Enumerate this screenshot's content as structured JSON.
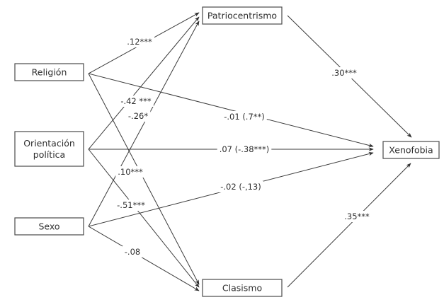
{
  "diagram": {
    "type": "path-diagram",
    "nodes": [
      {
        "id": "religion",
        "label_lines": [
          "Religión"
        ]
      },
      {
        "id": "orientacion",
        "label_lines": [
          "Orientación",
          "política"
        ]
      },
      {
        "id": "sexo",
        "label_lines": [
          "Sexo"
        ]
      },
      {
        "id": "patriocentrismo",
        "label_lines": [
          "Patriocentrismo"
        ]
      },
      {
        "id": "clasismo",
        "label_lines": [
          "Clasismo"
        ]
      },
      {
        "id": "xenofobia",
        "label_lines": [
          "Xenofobia"
        ]
      }
    ],
    "edges": [
      {
        "from": "religion",
        "to": "patriocentrismo",
        "label": ".12***"
      },
      {
        "from": "religion",
        "to": "xenofobia",
        "label": "-.01 (.7**)"
      },
      {
        "from": "religion",
        "to": "clasismo",
        "label": ".10***"
      },
      {
        "from": "orientacion",
        "to": "patriocentrismo",
        "label": "-.42 ***"
      },
      {
        "from": "orientacion",
        "to": "xenofobia",
        "label": ".07 (-.38***)"
      },
      {
        "from": "orientacion",
        "to": "clasismo",
        "label": "-.51***"
      },
      {
        "from": "sexo",
        "to": "patriocentrismo",
        "label": "-.26*"
      },
      {
        "from": "sexo",
        "to": "xenofobia",
        "label": "-.02 (-,13)"
      },
      {
        "from": "sexo",
        "to": "clasismo",
        "label": "-.08"
      },
      {
        "from": "patriocentrismo",
        "to": "xenofobia",
        "label": ".30***"
      },
      {
        "from": "clasismo",
        "to": "xenofobia",
        "label": ".35***"
      }
    ]
  },
  "colors": {
    "line": "#3a3a3a",
    "text": "#2e2e2e",
    "box_border": "#4a4a4a",
    "background": "#ffffff"
  }
}
